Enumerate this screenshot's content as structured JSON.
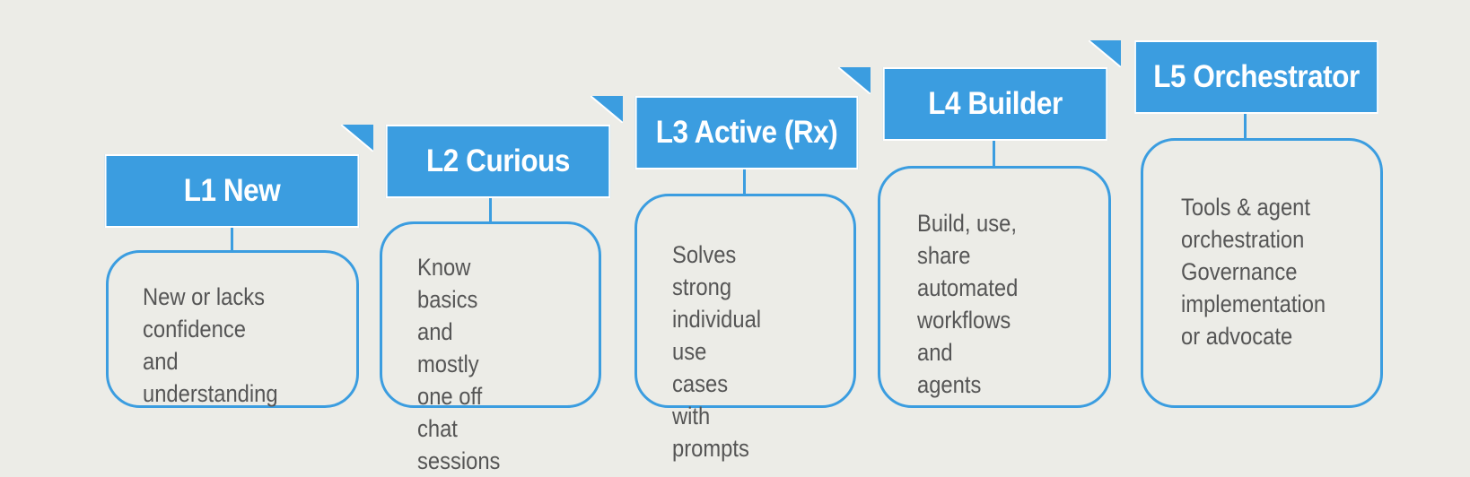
{
  "levels": [
    {
      "title": "L1 New",
      "description": "New or lacks\nconfidence and\nunderstanding"
    },
    {
      "title": "L2 Curious",
      "description": "Know basics\nand mostly\none off chat\nsessions"
    },
    {
      "title": "L3 Active (Rx)",
      "description": "Solves strong\nindividual use\ncases with\nprompts"
    },
    {
      "title": "L4 Builder",
      "description": "Build, use,\nshare\nautomated\nworkflows and\nagents"
    },
    {
      "title": "L5 Orchestrator",
      "description": "Tools & agent\norchestration\nGovernance\nimplementation\nor advocate"
    }
  ],
  "colors": {
    "background": "#ecece7",
    "accent": "#3b9de0",
    "banner_text": "#ffffff",
    "card_text": "#555555"
  }
}
